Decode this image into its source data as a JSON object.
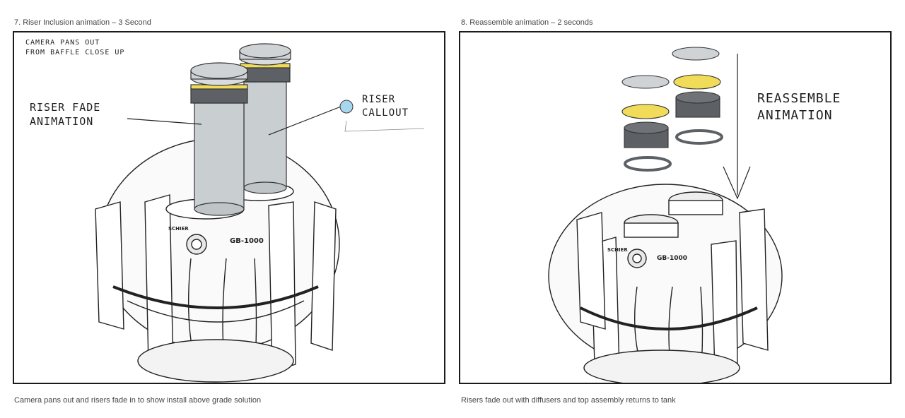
{
  "panels": [
    {
      "title": "7. Riser Inclusion animation – 3 Second",
      "caption": "Camera pans out and risers fade in to show install above grade solution",
      "notes": {
        "camera": "Camera pans out\nfrom baffle close up",
        "riser_fade": "Riser fade\nanimation",
        "riser_callout": "Riser\ncallout"
      },
      "tank_model": "GB-1000",
      "tank_brand": "SCHIER"
    },
    {
      "title": "8. Reassemble animation – 2 seconds",
      "caption": "Risers fade out with diffusers and top assembly returns to tank",
      "notes": {
        "reassemble": "Reassemble\nanimation"
      },
      "tank_model": "GB-1000",
      "tank_brand": "SCHIER"
    }
  ],
  "colors": {
    "riser_gray": "#c9ced1",
    "ring_yellow": "#f1dc5a",
    "dark_gray": "#5d6165",
    "callout_blue": "#a9d6ef"
  }
}
